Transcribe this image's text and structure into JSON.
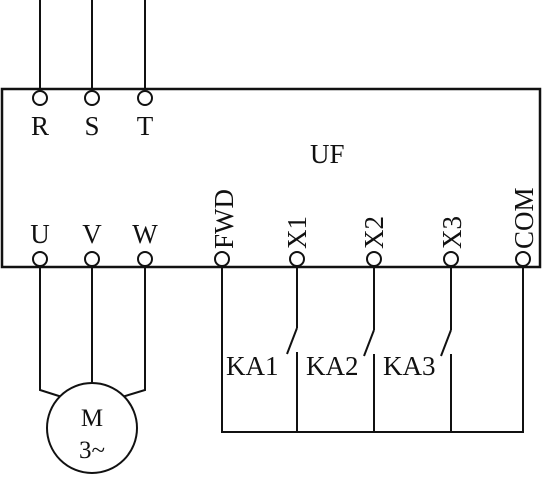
{
  "inverter": {
    "name": "UF",
    "input_terminals": [
      "R",
      "S",
      "T"
    ],
    "output_terminals": [
      "U",
      "V",
      "W"
    ],
    "control_terminals": [
      "FWD",
      "X1",
      "X2",
      "X3",
      "COM"
    ]
  },
  "relays": [
    "KA1",
    "KA2",
    "KA3"
  ],
  "motor": {
    "label": "M",
    "phase": "3~"
  }
}
